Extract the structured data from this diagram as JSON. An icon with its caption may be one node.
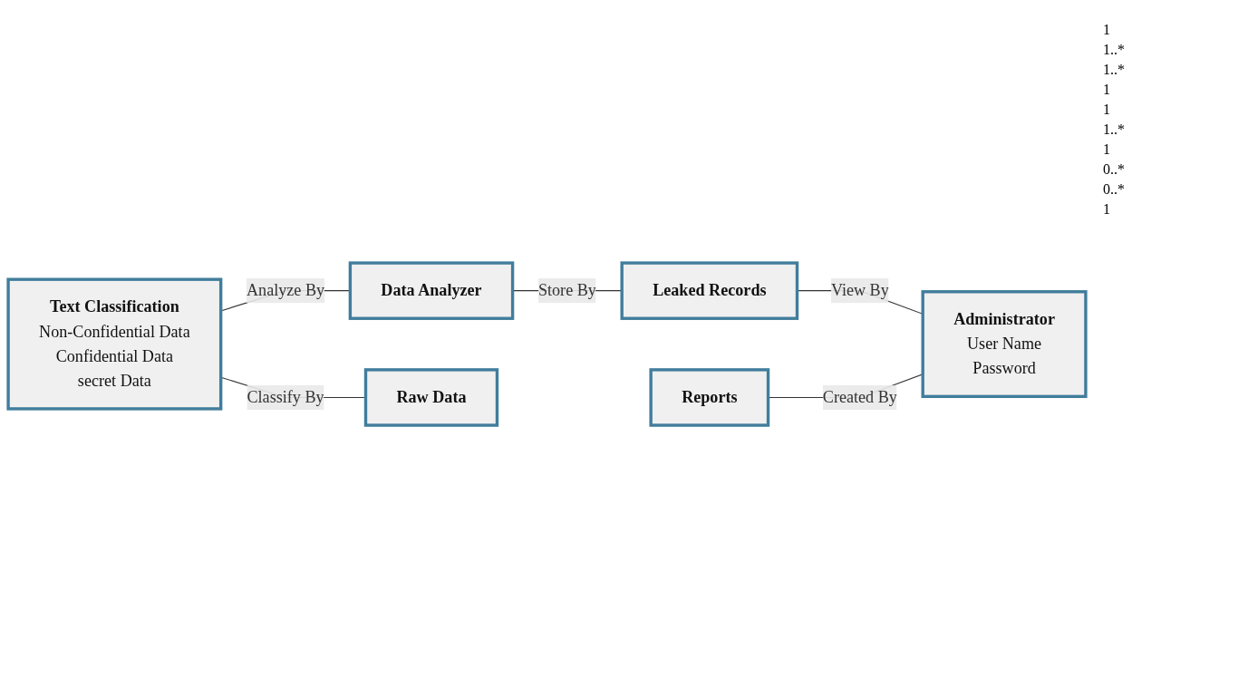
{
  "diagram": {
    "nodes": [
      {
        "text": [
          "Text Classification",
          "Non-Confidential Data",
          "Confidential Data",
          "secret Data"
        ]
      },
      {
        "text": [
          "Data Analyzer"
        ]
      },
      {
        "text": [
          "Leaked Records"
        ]
      },
      {
        "text": [
          "Administrator",
          "User Name",
          "Password"
        ]
      },
      {
        "text": [
          "Reports"
        ]
      },
      {
        "text": [
          "Raw Data"
        ]
      }
    ],
    "edges": [
      {
        "from": 0,
        "to": 1,
        "arrow": "none",
        "label": "Analyze By"
      },
      {
        "from": 1,
        "to": 2,
        "arrow": "none",
        "label": "Store By"
      },
      {
        "from": 0,
        "to": 5,
        "arrow": "none",
        "label": "Classify By"
      },
      {
        "from": 2,
        "to": 3,
        "arrow": "none",
        "label": "View By"
      },
      {
        "from": 4,
        "to": 3,
        "arrow": "none",
        "label": "Created By"
      }
    ],
    "labels": [
      "1",
      "1..*",
      "1..*",
      "1",
      "1",
      "1..*",
      "1",
      "0..*",
      "0..*",
      "1"
    ]
  }
}
